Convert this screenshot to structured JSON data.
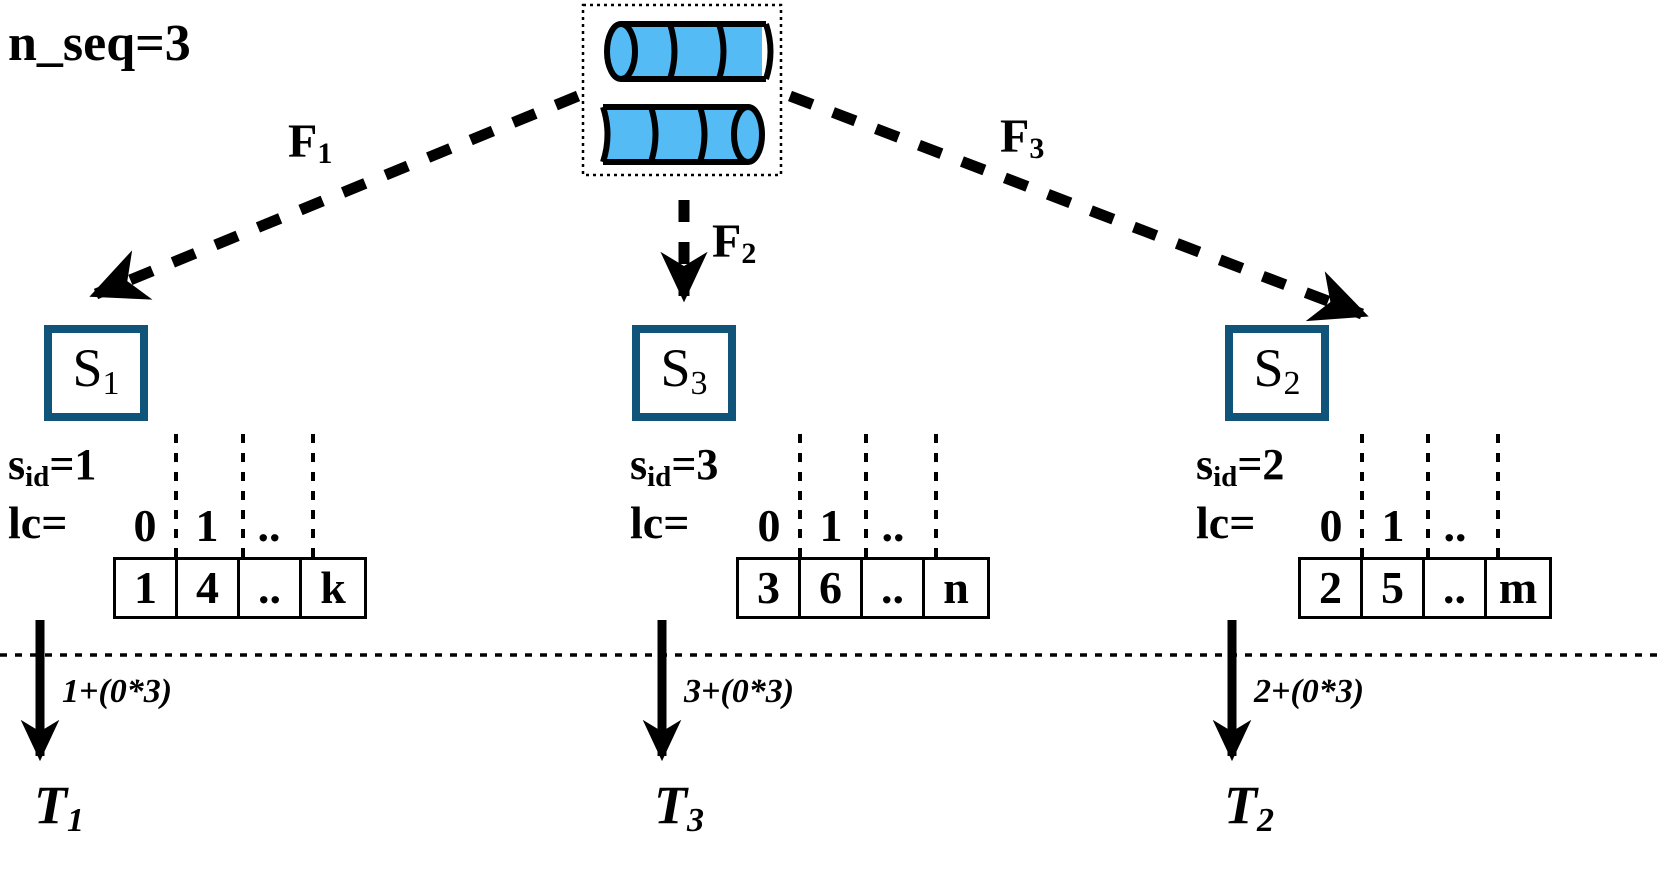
{
  "diagram": {
    "title_label": "n_seq=3",
    "source": {
      "name": "sequence-store",
      "cylinder_count": 2,
      "segments_per_cylinder": 3,
      "fill_color": "#55bbf5",
      "stroke_color": "#000000"
    },
    "edges": [
      {
        "id": "F1",
        "label": "F",
        "sub": "1",
        "style": "dashed"
      },
      {
        "id": "F2",
        "label": "F",
        "sub": "2",
        "style": "dashed"
      },
      {
        "id": "F3",
        "label": "F",
        "sub": "3",
        "style": "dashed"
      }
    ],
    "box_border_color": "#115479",
    "columns": [
      {
        "box_label": "S",
        "box_sub": "1",
        "sid_label": "s",
        "sid_sub": "id",
        "sid_value": "=1",
        "lc_label": "lc=",
        "lc_cells": [
          "0",
          "1",
          ".."
        ],
        "values": [
          "1",
          "4",
          "..",
          "k"
        ],
        "formula": "1+(0*3)",
        "target_label": "T",
        "target_sub": "1"
      },
      {
        "box_label": "S",
        "box_sub": "3",
        "sid_label": "s",
        "sid_sub": "id",
        "sid_value": "=3",
        "lc_label": "lc=",
        "lc_cells": [
          "0",
          "1",
          ".."
        ],
        "values": [
          "3",
          "6",
          "..",
          "n"
        ],
        "formula": "3+(0*3)",
        "target_label": "T",
        "target_sub": "3"
      },
      {
        "box_label": "S",
        "box_sub": "2",
        "sid_label": "s",
        "sid_sub": "id",
        "sid_value": "=2",
        "lc_label": "lc=",
        "lc_cells": [
          "0",
          "1",
          ".."
        ],
        "values": [
          "2",
          "5",
          "..",
          "m"
        ],
        "formula": "2+(0*3)",
        "target_label": "T",
        "target_sub": "2"
      }
    ]
  }
}
